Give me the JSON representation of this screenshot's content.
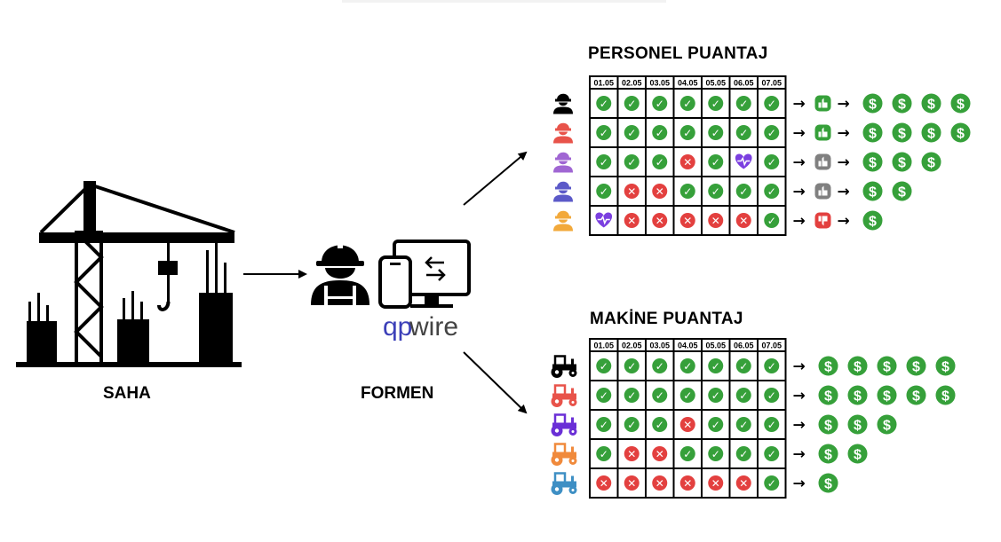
{
  "labels": {
    "site": "SAHA",
    "foreman": "FORMEN",
    "logo": "qpwire"
  },
  "personnel": {
    "title": "PERSONEL PUANTAJ",
    "dates": [
      "01.05",
      "02.05",
      "03.05",
      "04.05",
      "05.05",
      "06.05",
      "07.05"
    ],
    "rows": [
      {
        "icon": "worker-icon",
        "color": "#000000",
        "cells": [
          "ok",
          "ok",
          "ok",
          "ok",
          "ok",
          "ok",
          "ok"
        ],
        "rating": "thumbs-up",
        "payment_count": 4
      },
      {
        "icon": "worker-icon",
        "color": "#e8534a",
        "cells": [
          "ok",
          "ok",
          "ok",
          "ok",
          "ok",
          "ok",
          "ok"
        ],
        "rating": "thumbs-up",
        "payment_count": 4
      },
      {
        "icon": "worker-icon",
        "color": "#a066d3",
        "cells": [
          "ok",
          "ok",
          "ok",
          "no",
          "ok",
          "sick",
          "ok"
        ],
        "rating": "thumbs-neutral",
        "payment_count": 3
      },
      {
        "icon": "worker-icon",
        "color": "#5b59c8",
        "cells": [
          "ok",
          "no",
          "no",
          "ok",
          "ok",
          "ok",
          "ok"
        ],
        "rating": "thumbs-neutral",
        "payment_count": 2
      },
      {
        "icon": "worker-icon",
        "color": "#f2a93b",
        "cells": [
          "sick",
          "no",
          "no",
          "no",
          "no",
          "no",
          "ok"
        ],
        "rating": "thumbs-down",
        "payment_count": 1
      }
    ]
  },
  "machine": {
    "title": "MAKİNE PUANTAJ",
    "dates": [
      "01.05",
      "02.05",
      "03.05",
      "04.05",
      "05.05",
      "06.05",
      "07.05"
    ],
    "rows": [
      {
        "icon": "tractor-icon",
        "color": "#000000",
        "cells": [
          "ok",
          "ok",
          "ok",
          "ok",
          "ok",
          "ok",
          "ok"
        ],
        "payment_count": 5
      },
      {
        "icon": "tractor-icon",
        "color": "#e8534a",
        "cells": [
          "ok",
          "ok",
          "ok",
          "ok",
          "ok",
          "ok",
          "ok"
        ],
        "payment_count": 5
      },
      {
        "icon": "tractor-icon",
        "color": "#6a2fd6",
        "cells": [
          "ok",
          "ok",
          "ok",
          "no",
          "ok",
          "ok",
          "ok"
        ],
        "payment_count": 3
      },
      {
        "icon": "tractor-icon",
        "color": "#f08a3c",
        "cells": [
          "ok",
          "no",
          "no",
          "ok",
          "ok",
          "ok",
          "ok"
        ],
        "payment_count": 2
      },
      {
        "icon": "tractor-icon",
        "color": "#3e8fc4",
        "cells": [
          "no",
          "no",
          "no",
          "no",
          "no",
          "no",
          "ok"
        ],
        "payment_count": 1
      }
    ]
  },
  "colors": {
    "ok": "#36a03a",
    "no": "#e3403f",
    "sick": "#7b3fe0",
    "thumb_up": "#36a03a",
    "thumb_neutral": "#808080",
    "thumb_down": "#e3403f",
    "money": "#36a03a",
    "logo_q": "#3b3fb8",
    "logo_wire": "#444444"
  },
  "glyphs": {
    "arrow": "→",
    "money": "$",
    "check": "✓",
    "cross": "✕"
  }
}
